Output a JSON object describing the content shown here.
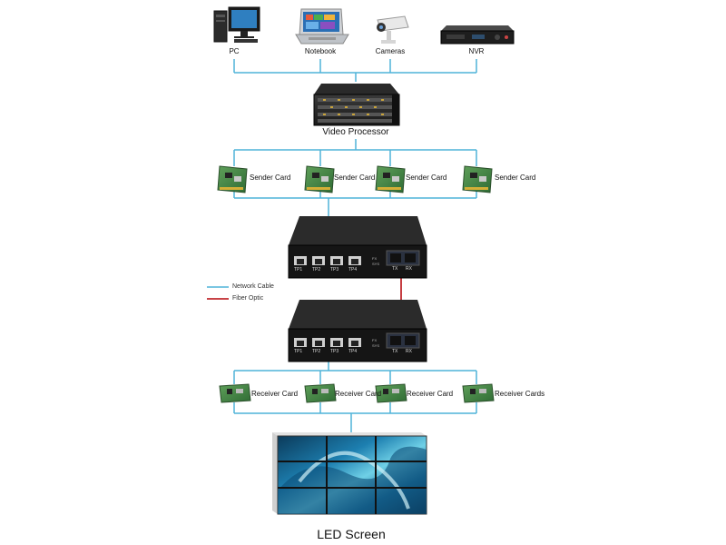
{
  "sources": {
    "pc": "PC",
    "notebook": "Notebook",
    "cameras": "Cameras",
    "nvr": "NVR"
  },
  "processor": {
    "label": "Video Processor"
  },
  "sender_cards": [
    "Sender Card",
    "Sender Card",
    "Sender Card",
    "Sender Card"
  ],
  "switch": {
    "port_labels": [
      "TP1",
      "TP2",
      "TP3",
      "TP4"
    ],
    "fx_label": "FX",
    "sys_label": "SYS",
    "tx_label": "TX",
    "rx_label": "RX"
  },
  "legend": {
    "network_cable": "Network Cable",
    "fiber_optic": "Fiber Optic",
    "network_color": "#4fb3d9",
    "fiber_color": "#c0282d"
  },
  "receiver_cards": [
    "Receiver Card",
    "Receiver Card",
    "Receiver Card",
    "Receiver Cards"
  ],
  "screen": {
    "label": "LED Screen"
  }
}
